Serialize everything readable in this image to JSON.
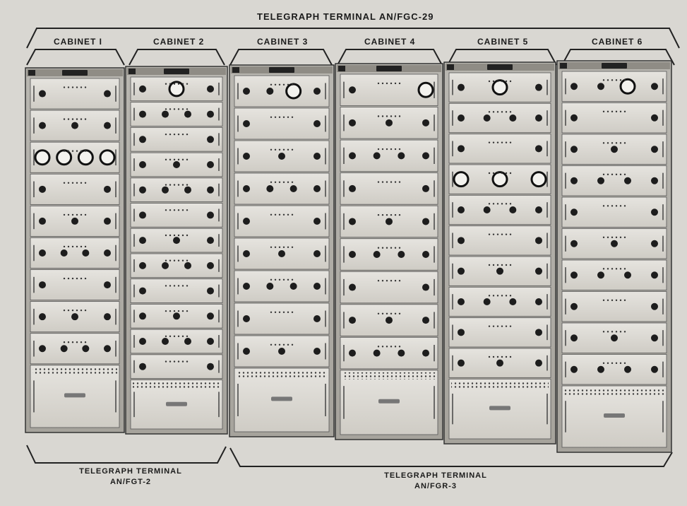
{
  "photo": {
    "title": "TELEGRAPH TERMINAL AN/FGC-29",
    "cabinets": [
      "CABINET I",
      "CABINET 2",
      "CABINET 3",
      "CABINET 4",
      "CABINET 5",
      "CABINET 6"
    ],
    "groups": [
      {
        "line1": "TELEGRAPH TERMINAL",
        "line2": "AN/FGT-2"
      },
      {
        "line1": "TELEGRAPH TERMINAL",
        "line2": "AN/FGR-3"
      }
    ]
  }
}
